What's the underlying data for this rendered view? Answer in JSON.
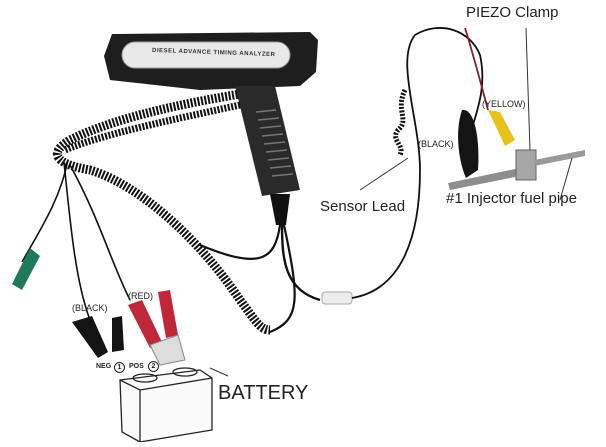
{
  "diagram": {
    "title": "Diesel advance timing analyzer connection",
    "device_label": "DIESEL ADVANCE TIMING ANALYZER",
    "labels": {
      "piezo_clamp": "PIEZO Clamp",
      "yellow": "(YELLOW)",
      "black_sensor": "(BLACK)",
      "sensor_lead": "Sensor Lead",
      "injector_pipe": "#1 Injector fuel pipe",
      "black_clip": "(BLACK)",
      "red_clip": "(RED)",
      "neg": "NEG",
      "neg_num": "1",
      "pos": "POS",
      "pos_num": "2",
      "battery": "BATTERY"
    },
    "colors": {
      "cable": "#111111",
      "gun_body": "#1e1e1e",
      "red_clip": "#c0283a",
      "black_clip": "#141414",
      "green_clip": "#1f7a5a",
      "yellow_clip": "#e8c21a",
      "metal": "#9a9a9a"
    }
  }
}
